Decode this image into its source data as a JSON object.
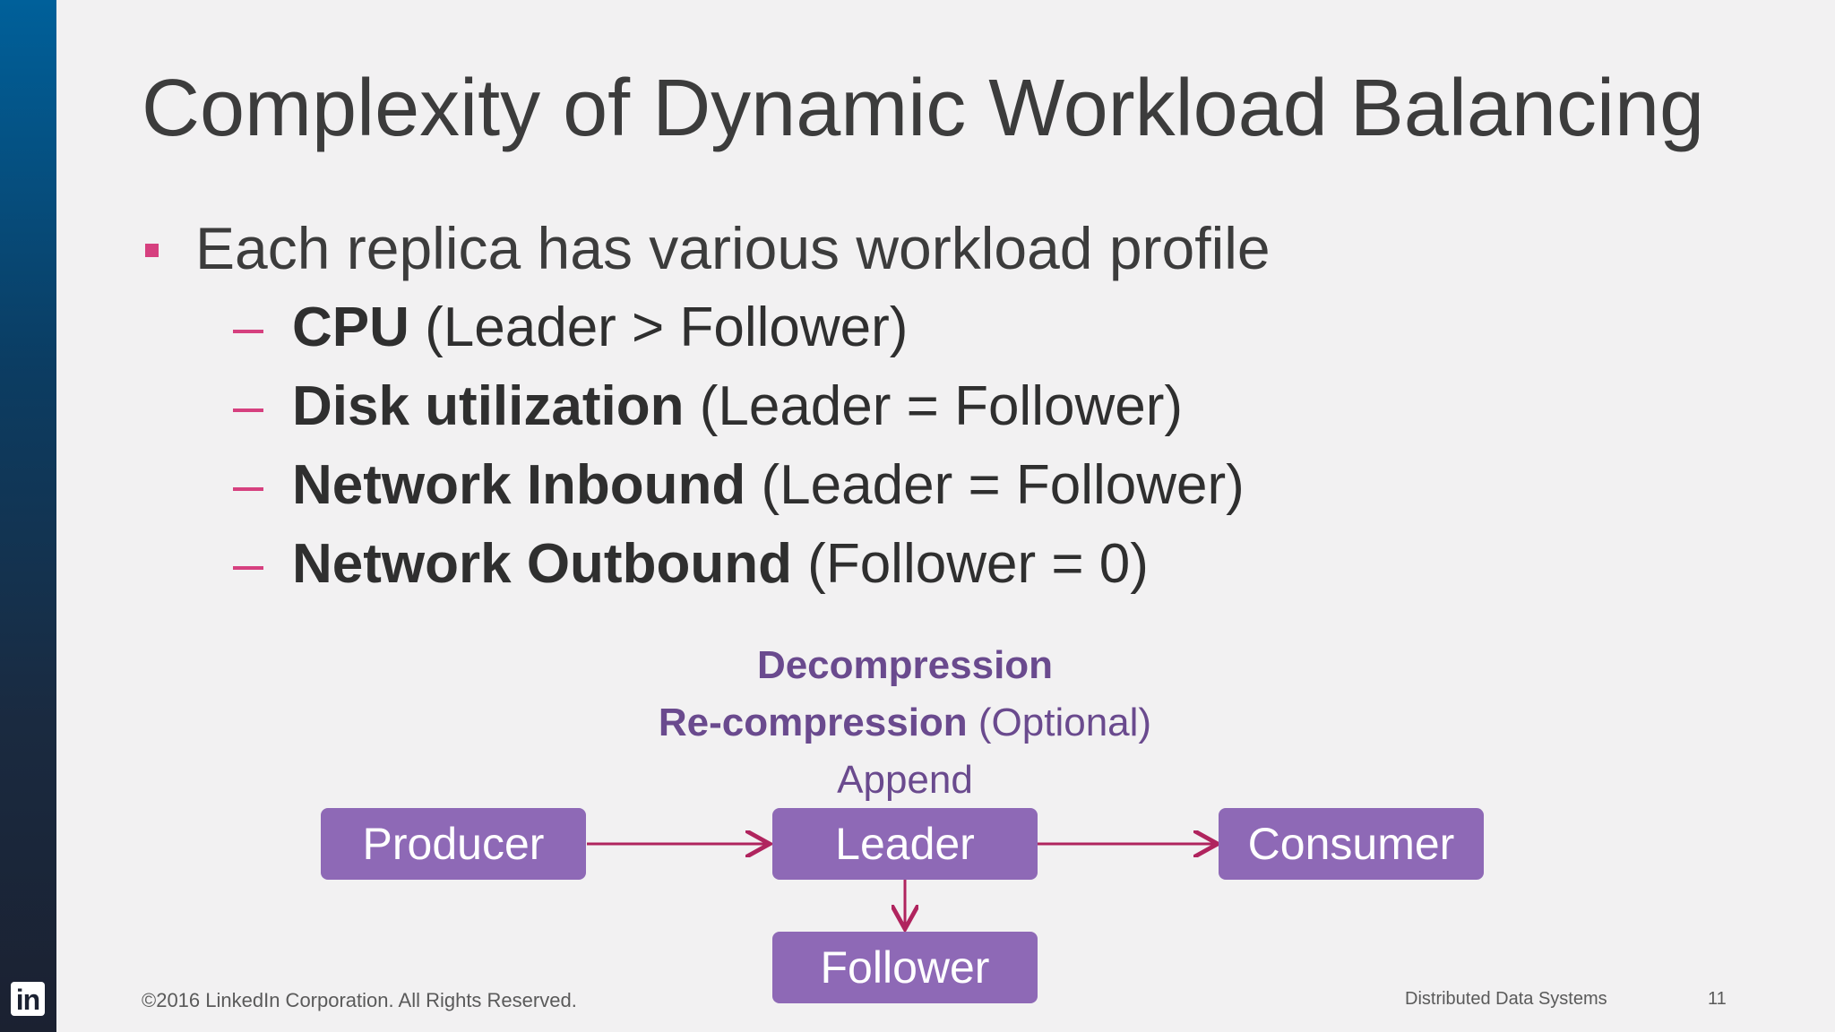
{
  "slide": {
    "title": "Complexity of Dynamic Workload Balancing",
    "bullet": "Each replica has various workload profile",
    "subbullets": [
      {
        "bold": "CPU",
        "normal": " (Leader > Follower)"
      },
      {
        "bold": "Disk utilization",
        "normal": " (Leader = Follower)"
      },
      {
        "bold": "Network Inbound",
        "normal": " (Leader = Follower)"
      },
      {
        "bold": "Network Outbound",
        "normal": " (Follower = 0)"
      }
    ]
  },
  "diagram": {
    "leader_ops": {
      "line1": "Decompression",
      "line2_bold": "Re-compression",
      "line2_normal": " (Optional)",
      "line3": "Append"
    },
    "nodes": {
      "producer": "Producer",
      "leader": "Leader",
      "consumer": "Consumer",
      "follower": "Follower"
    }
  },
  "footer": {
    "copyright": "©2016 LinkedIn Corporation. All Rights Reserved.",
    "section": "Distributed Data Systems",
    "page_number": "11",
    "logo_text": "in"
  },
  "colors": {
    "accent_pink": "#d6407f",
    "box_purple": "#8e69b6",
    "text_purple": "#6a4a8e",
    "arrow": "#b0245e"
  }
}
